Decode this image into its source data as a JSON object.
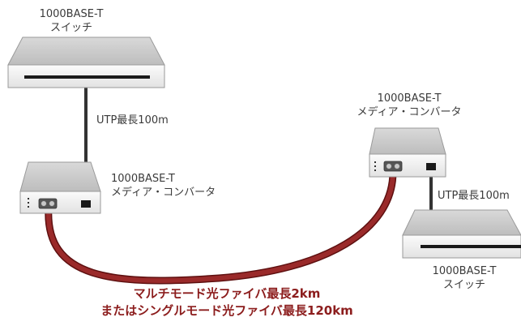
{
  "switch_left": {
    "line1": "1000BASE-T",
    "line2": "スイッチ"
  },
  "link_left": {
    "label": "UTP最長100m"
  },
  "converter_left": {
    "line1": "1000BASE-T",
    "line2": "メディア・コンバータ"
  },
  "converter_right": {
    "line1": "1000BASE-T",
    "line2": "メディア・コンバータ"
  },
  "link_right": {
    "label": "UTP最長100m"
  },
  "switch_right": {
    "line1": "1000BASE-T",
    "line2": "スイッチ"
  },
  "fiber": {
    "line1": "マルチモード光ファイバ最長2km",
    "line2": "またはシングルモード光ファイバ最長120km"
  },
  "colors": {
    "fiber": "#8a1f1f",
    "fiber_text": "#8c1d1d",
    "device_light": "#eeeeee",
    "device_dark": "#999999",
    "cable": "#333333"
  }
}
